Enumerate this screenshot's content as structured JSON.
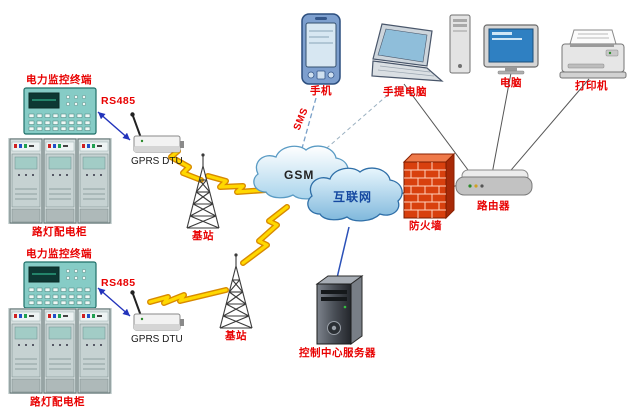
{
  "diagram": {
    "labels": {
      "terminal1": "电力监控终端",
      "rs485_1": "RS485",
      "dtu1": "GPRS DTU",
      "cabinet1": "路灯配电柜",
      "terminal2": "电力监控终端",
      "rs485_2": "RS485",
      "dtu2": "GPRS DTU",
      "cabinet2": "路灯配电柜",
      "base1": "基站",
      "base2": "基站",
      "gsm": "GSM",
      "internet": "互联网",
      "sms": "SMS",
      "phone": "手机",
      "laptop": "手提电脑",
      "computer": "电脑",
      "printer": "打印机",
      "firewall": "防火墙",
      "router": "路由器",
      "server": "控制中心服务器"
    },
    "colors": {
      "label_red": "#e80000",
      "cloud_stroke": "#4d88b0",
      "lightning_yellow": "#ffd800",
      "firewall_brick": "#d8400e",
      "link_blue": "#2233bb"
    }
  }
}
